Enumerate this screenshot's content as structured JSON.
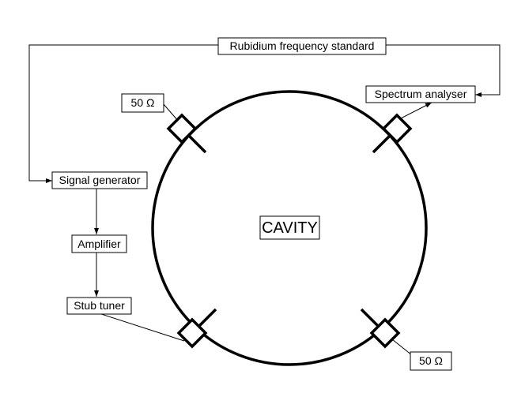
{
  "boxes": {
    "rubidium": "Rubidium frequency standard",
    "spectrum": "Spectrum analyser",
    "signal_generator": "Signal generator",
    "amplifier": "Amplifier",
    "stub_tuner": "Stub tuner",
    "load_top": "50  Ω",
    "load_bottom": "50  Ω",
    "cavity": "CAVITY"
  },
  "colors": {
    "line": "#000000",
    "background": "#ffffff"
  }
}
